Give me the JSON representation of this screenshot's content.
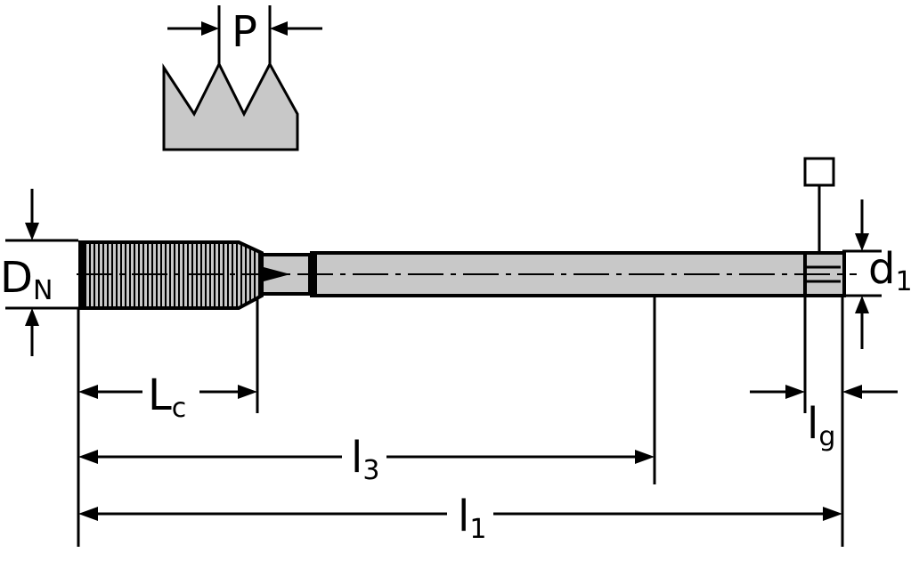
{
  "labels": {
    "pitch": "P",
    "nominal_diameter": {
      "main": "D",
      "sub": "N"
    },
    "shank_diameter": {
      "main": "d",
      "sub": "1"
    },
    "chamfer_length": {
      "main": "L",
      "sub": "c"
    },
    "square_length": {
      "main": "l",
      "sub": "g"
    },
    "thread_length": {
      "main": "l",
      "sub": "3"
    },
    "total_length": {
      "main": "l",
      "sub": "1"
    }
  },
  "colors": {
    "line": "#000000",
    "fill": "#c8c8c8",
    "background": "#ffffff"
  }
}
